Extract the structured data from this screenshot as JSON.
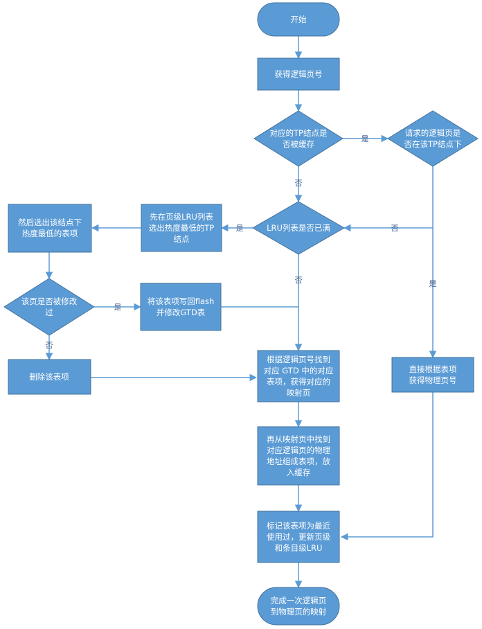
{
  "nodes": {
    "start": [
      "开始"
    ],
    "get_page": [
      "获得逻辑页号"
    ],
    "tp_cached": [
      "对应的TP结点是",
      "否被缓存"
    ],
    "in_tp": [
      "请求的逻辑页是",
      "否在该TP结点下"
    ],
    "lru_full": [
      "LRU列表是否已满"
    ],
    "pick_tp": [
      "先在页级LRU列表",
      "选出热度最低的TP",
      "结点"
    ],
    "pick_entry": [
      "然后选出该结点下",
      "热度最低的表项"
    ],
    "modified": [
      "该页是否被修改",
      "过"
    ],
    "writeback": [
      "将该表项写回flash",
      "并修改GTD表"
    ],
    "delete": [
      "删除该表项"
    ],
    "find_gtd": [
      "根据逻辑页号找到",
      "对应 GTD 中的对应",
      "表项，获得对应的",
      "映射页"
    ],
    "direct": [
      "直接根据表项",
      "获得物理页号"
    ],
    "find_phys": [
      "再从映射页中找到",
      "对应逻辑页的物理",
      "地址组成表项，放",
      "入缓存"
    ],
    "mark": [
      "标记该表项为最近",
      "使用过，更新页级",
      "和条目级LRU"
    ],
    "end": [
      "完成一次逻辑页",
      "到物理页的映射"
    ]
  },
  "edge_labels": {
    "yes": "是",
    "no": "否"
  },
  "colors": {
    "fill": "#5b9bd5",
    "stroke": "#41719c",
    "text": "#ffffff",
    "line": "#5b9bd5",
    "label": "#3c5a8a"
  }
}
